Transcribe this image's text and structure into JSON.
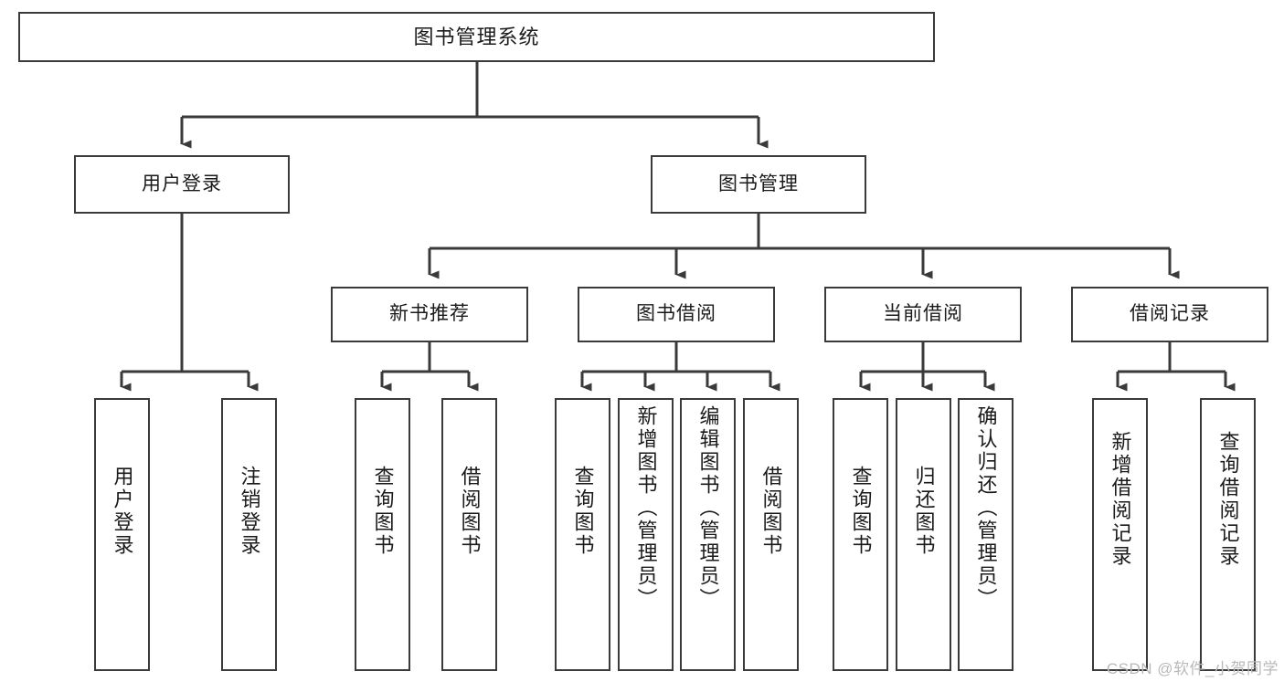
{
  "diagram": {
    "type": "tree-hierarchy-chart",
    "title_node": {
      "id": "root",
      "label": "图书管理系统"
    },
    "level2": [
      {
        "id": "user-login",
        "label": "用户登录"
      },
      {
        "id": "book-management",
        "label": "图书管理"
      }
    ],
    "level3": [
      {
        "id": "new-book-recommend",
        "label": "新书推荐"
      },
      {
        "id": "book-borrow",
        "label": "图书借阅"
      },
      {
        "id": "current-borrow",
        "label": "当前借阅"
      },
      {
        "id": "borrow-record",
        "label": "借阅记录"
      }
    ],
    "leaves": [
      {
        "id": "leaf-user-login",
        "parent": "user-login",
        "label": "用户登录"
      },
      {
        "id": "leaf-logout",
        "parent": "user-login",
        "label": "注销登录"
      },
      {
        "id": "leaf-query-book-1",
        "parent": "new-book-recommend",
        "label": "查询图书"
      },
      {
        "id": "leaf-borrow-book-1",
        "parent": "new-book-recommend",
        "label": "借阅图书"
      },
      {
        "id": "leaf-query-book-2",
        "parent": "book-borrow",
        "label": "查询图书"
      },
      {
        "id": "leaf-add-book",
        "parent": "book-borrow",
        "label": "新增图书（管理员）"
      },
      {
        "id": "leaf-edit-book",
        "parent": "book-borrow",
        "label": "编辑图书（管理员）"
      },
      {
        "id": "leaf-borrow-book-2",
        "parent": "book-borrow",
        "label": "借阅图书"
      },
      {
        "id": "leaf-query-book-3",
        "parent": "current-borrow",
        "label": "查询图书"
      },
      {
        "id": "leaf-return-book",
        "parent": "current-borrow",
        "label": "归还图书"
      },
      {
        "id": "leaf-confirm-return",
        "parent": "current-borrow",
        "label": "确认归还（管理员）"
      },
      {
        "id": "leaf-add-record",
        "parent": "borrow-record",
        "label": "新增借阅记录"
      },
      {
        "id": "leaf-query-record",
        "parent": "borrow-record",
        "label": "查询借阅记录"
      }
    ],
    "watermark": "CSDN @软件_小贺同学",
    "colors": {
      "stroke": "#3a3a3a",
      "fill": "#ffffff",
      "text": "#1a1a1a",
      "watermark": "#b9b9b9"
    }
  }
}
